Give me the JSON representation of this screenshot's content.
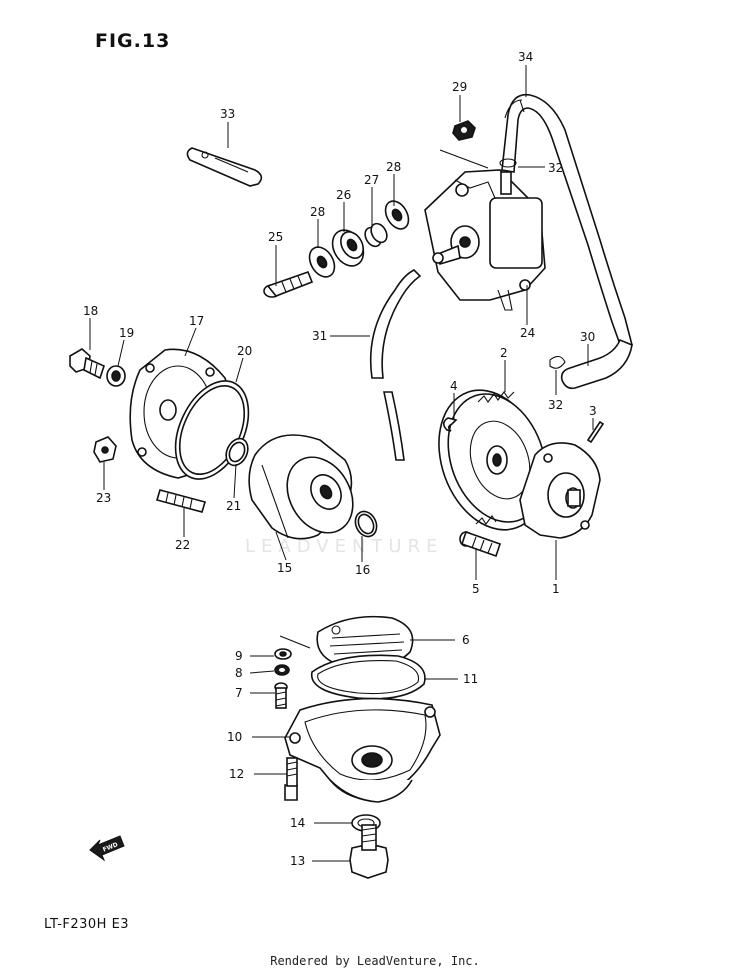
{
  "figure": {
    "title": "FIG.13",
    "model": "LT-F230H E3",
    "credit": "Rendered by LeadVenture, Inc.",
    "watermark": "LEADVENTURE",
    "fwd_label": "FWD"
  },
  "callouts": {
    "p1": "1",
    "p2": "2",
    "p3": "3",
    "p4": "4",
    "p5": "5",
    "p6": "6",
    "p7": "7",
    "p8": "8",
    "p9": "9",
    "p10": "10",
    "p11": "11",
    "p12": "12",
    "p13": "13",
    "p14": "14",
    "p15": "15",
    "p16": "16",
    "p17": "17",
    "p18": "18",
    "p19": "19",
    "p20": "20",
    "p21": "21",
    "p22": "22",
    "p23": "23",
    "p24": "24",
    "p25": "25",
    "p26": "26",
    "p27": "27",
    "p28a": "28",
    "p28b": "28",
    "p29": "29",
    "p30": "30",
    "p31": "31",
    "p32a": "32",
    "p32b": "32",
    "p33": "33",
    "p34": "34"
  }
}
